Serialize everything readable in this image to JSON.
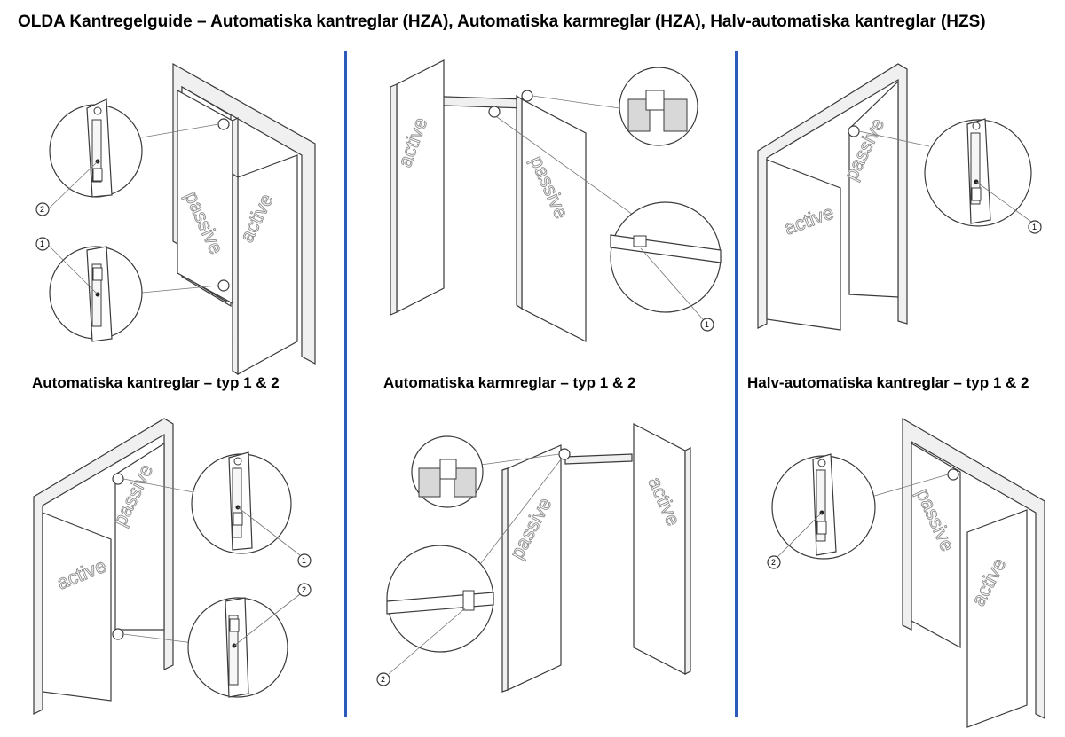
{
  "title": "OLDA Kantregelguide  – Automatiska kantreglar (HZA), Automatiska karmreglar (HZA), Halv-automatiska kantreglar (HZS)",
  "captions": {
    "left": "Automatiska kantreglar – typ 1 & 2",
    "middle": "Automatiska karmreglar – typ 1 & 2",
    "right": "Halv-automatiska kantreglar – typ 1 & 2"
  },
  "door_labels": {
    "active": "active",
    "passive": "passive"
  },
  "callouts": {
    "one": "1",
    "two": "2"
  },
  "colors": {
    "divider": "#2b5bb8",
    "line": "#3a3a3a"
  }
}
